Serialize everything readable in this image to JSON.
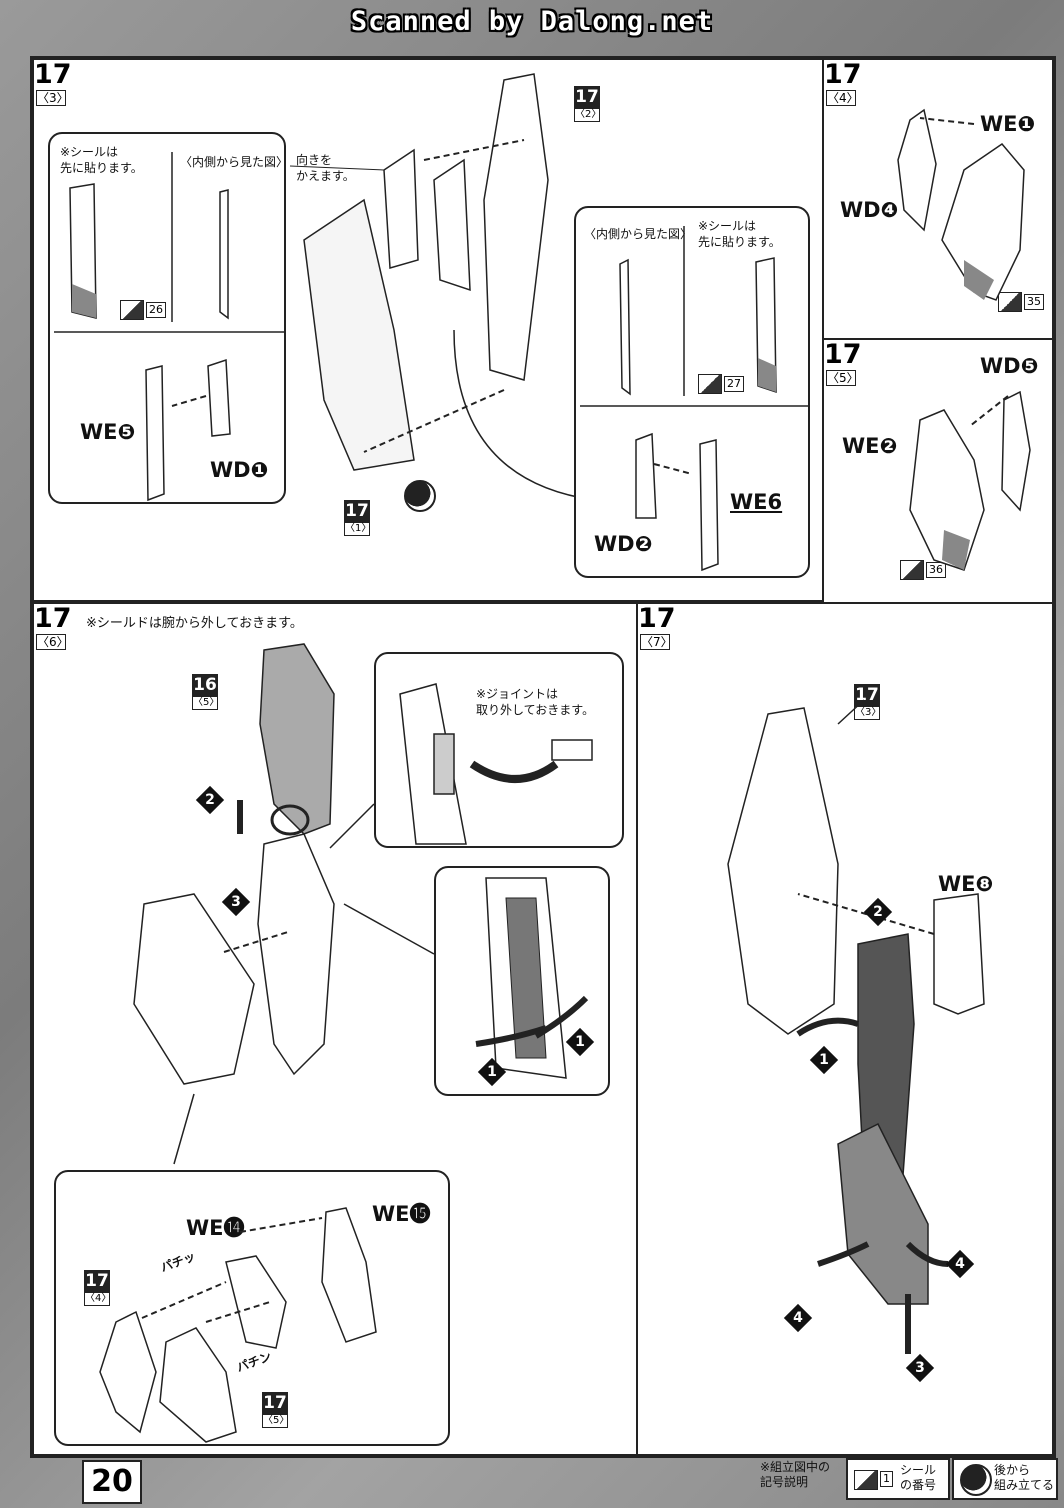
{
  "watermark": "Scanned by Dalong.net",
  "page_number": "20",
  "panels": {
    "p17_3": {
      "step": "17",
      "sub": "〈3〉",
      "note_seal_first": "※シールは\n先に貼ります。",
      "inner_view": "〈内側から見た図〉",
      "turn_note": "向きを\nかえます。",
      "seal_26": "26",
      "label_we5": "WE❺",
      "label_wd1": "WD❶",
      "tag_17_2": {
        "n": "17",
        "s": "〈2〉"
      },
      "tag_17_1": {
        "n": "17",
        "s": "〈1〉"
      },
      "inner_view_2": "〈内側から見た図〉",
      "note_seal_first_2": "※シールは\n先に貼ります。",
      "seal_27": "27",
      "label_wd2": "WD❷",
      "label_we6": "WE6"
    },
    "p17_4": {
      "step": "17",
      "sub": "〈4〉",
      "label_we1": "WE❶",
      "label_wd4": "WD❹",
      "seal_35": "35"
    },
    "p17_5": {
      "step": "17",
      "sub": "〈5〉",
      "label_wd5": "WD❺",
      "label_we2": "WE❷",
      "seal_36": "36"
    },
    "p17_6": {
      "step": "17",
      "sub": "〈6〉",
      "note_shield": "※シールドは腕から外しておきます。",
      "tag_16_5": {
        "n": "16",
        "s": "〈5〉"
      },
      "joint_note": "※ジョイントは\n取り外しておきます。",
      "label_we14": "WE⓮",
      "label_we15": "WE⓯",
      "snap1": "パチッ",
      "snap2": "パチン",
      "tag_17_4": {
        "n": "17",
        "s": "〈4〉"
      },
      "tag_17_5": {
        "n": "17",
        "s": "〈5〉"
      },
      "arrows": [
        "2",
        "3",
        "1",
        "1"
      ]
    },
    "p17_7": {
      "step": "17",
      "sub": "〈7〉",
      "tag_17_3": {
        "n": "17",
        "s": "〈3〉"
      },
      "label_we8": "WE❽",
      "arrows": [
        "2",
        "1",
        "4",
        "4",
        "3"
      ]
    }
  },
  "legend": {
    "title": "※組立図中の\n記号説明",
    "seal_no": "1",
    "seal_text": "シール\nの番号",
    "back_text": "後から\n組み立てる"
  }
}
